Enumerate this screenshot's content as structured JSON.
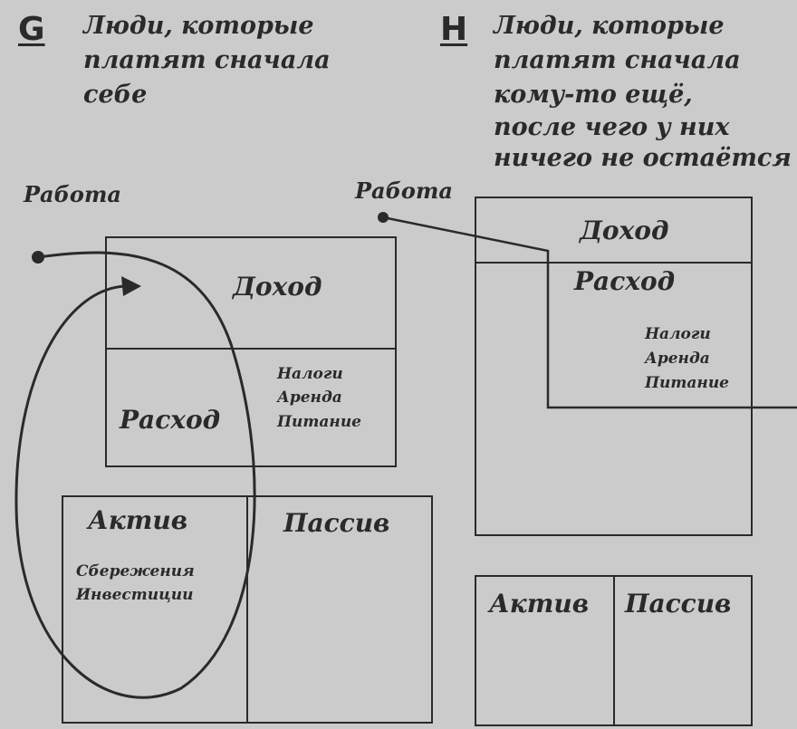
{
  "left": {
    "letter": "G",
    "title": [
      "Люди, которые",
      "платят сначала",
      "себе"
    ],
    "work": "Работа",
    "income": "Доход",
    "expense": "Расход",
    "expense_items": [
      "Налоги",
      "Аренда",
      "Питание"
    ],
    "assets": "Актив",
    "asset_items": [
      "Сбережения",
      "Инвестиции"
    ],
    "liabilities": "Пассив"
  },
  "right": {
    "letter": "H",
    "title": [
      "Люди, которые",
      "платят сначала",
      "кому-то ещё,",
      "после чего у них",
      "ничего не остаётся"
    ],
    "work": "Работа",
    "income": "Доход",
    "expense": "Расход",
    "expense_items": [
      "Налоги",
      "Аренда",
      "Питание"
    ],
    "assets": "Актив",
    "liabilities": "Пассив"
  },
  "colors": {
    "ink": "#2a2a2a",
    "paper": "#cbcbcb"
  }
}
